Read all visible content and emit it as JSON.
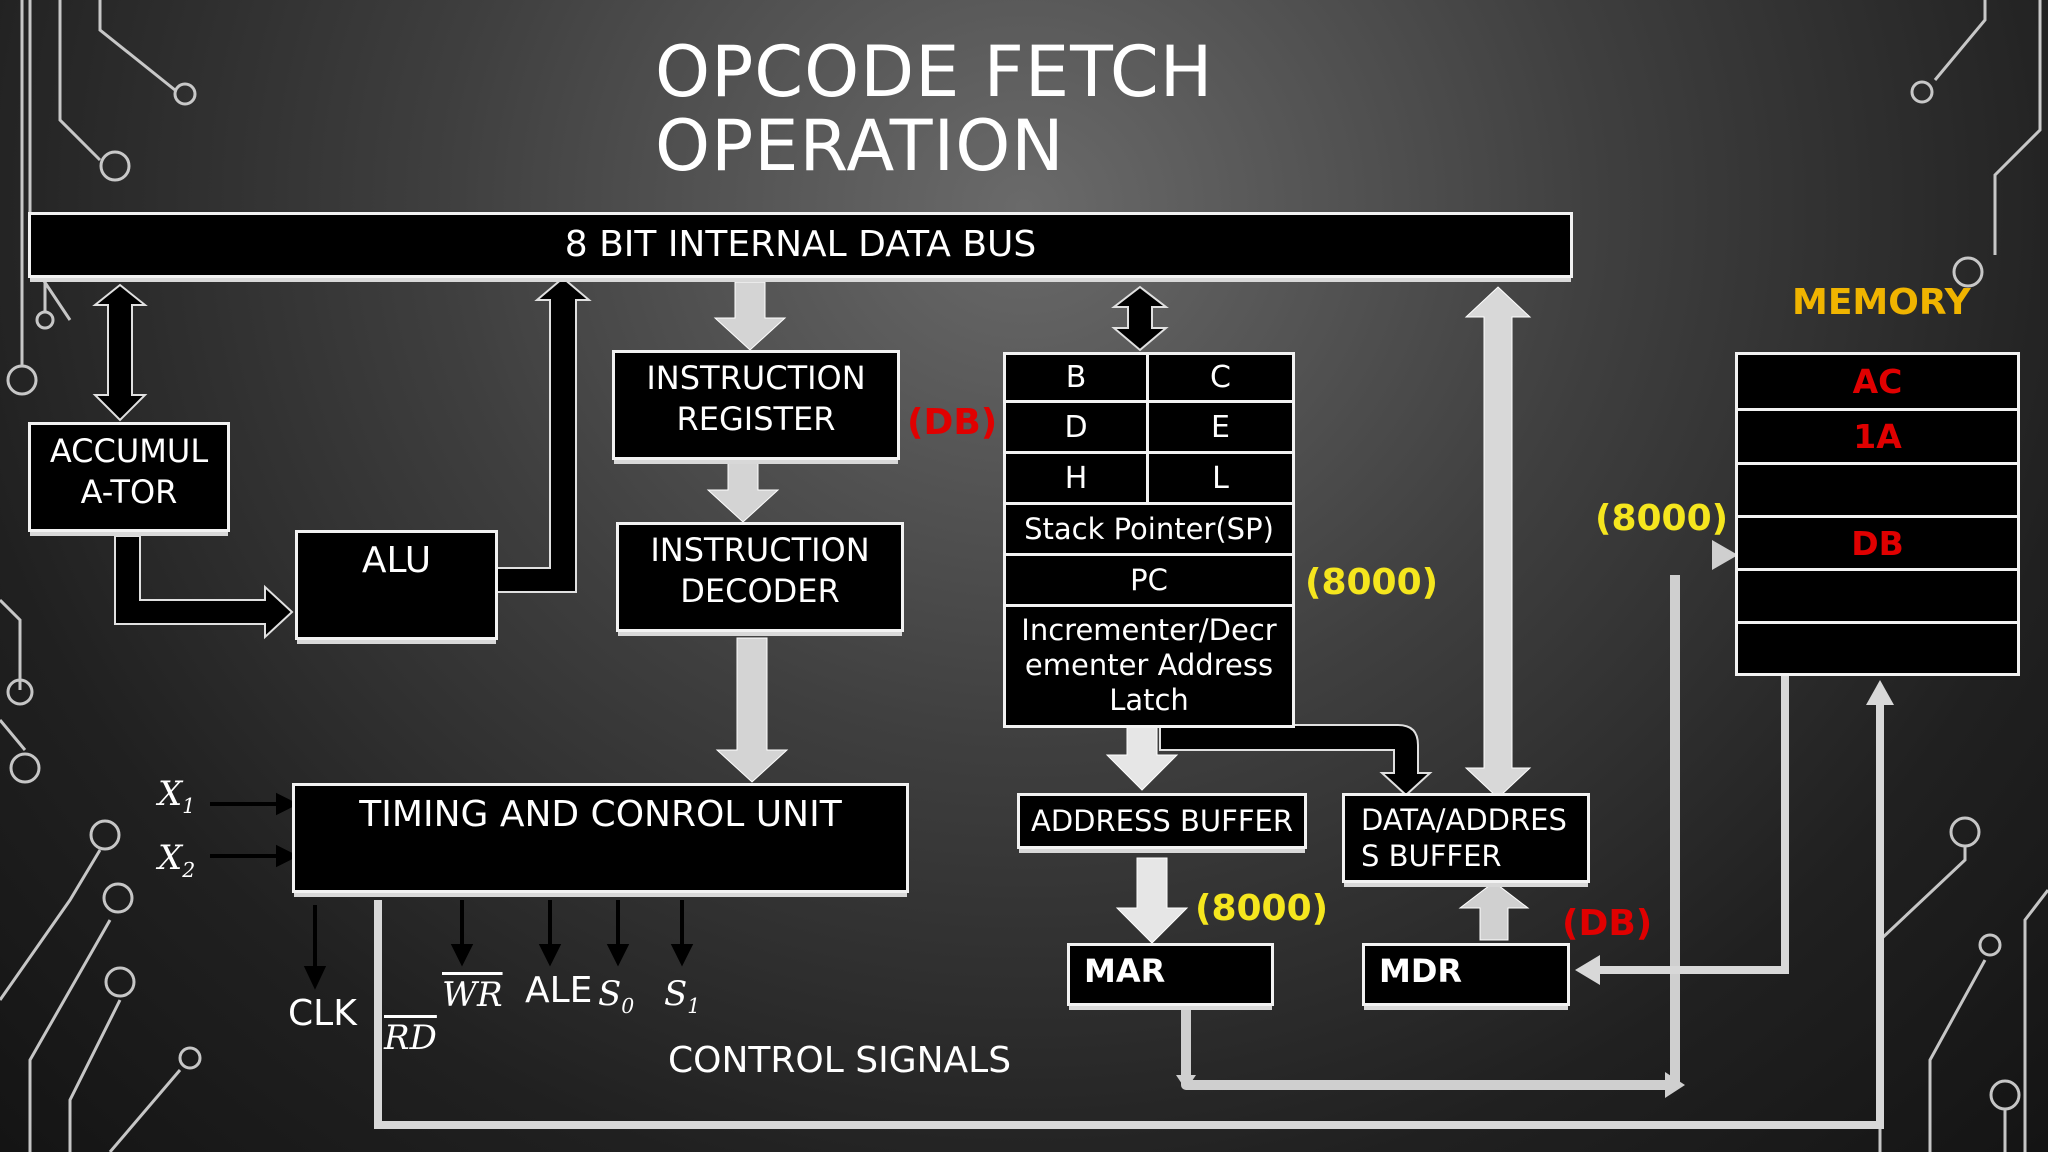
{
  "title": [
    "OPCODE FETCH",
    "OPERATION"
  ],
  "bus": "8 BIT INTERNAL DATA BUS",
  "accumulator": [
    "ACCUMUL",
    "A-TOR"
  ],
  "alu": "ALU",
  "instruction_register": [
    "INSTRUCTION",
    "REGISTER"
  ],
  "instruction_decoder": [
    "INSTRUCTION",
    "DECODER"
  ],
  "timing_control": "TIMING AND CONROL UNIT",
  "register_array": {
    "pairs": [
      [
        "B",
        "C"
      ],
      [
        "D",
        "E"
      ],
      [
        "H",
        "L"
      ]
    ],
    "stack_pointer": "Stack Pointer(SP)",
    "pc": "PC",
    "inc_dec": [
      "Incrementer/Decr",
      "ementer Address",
      "Latch"
    ]
  },
  "address_buffer": "ADDRESS BUFFER",
  "data_address_buffer": [
    "DATA/ADDRES",
    "S BUFFER"
  ],
  "mar": "MAR",
  "mdr": "MDR",
  "memory": {
    "label": "MEMORY",
    "cells": [
      "AC",
      "1A",
      "",
      "DB",
      "",
      ""
    ]
  },
  "annotations": {
    "db_ir": "(DB)",
    "pc_value": "(8000)",
    "mar_value": "(8000)",
    "memory_addr": "(8000)",
    "db_mdr": "(DB)"
  },
  "inputs": {
    "x1": {
      "base": "X",
      "sub": "1"
    },
    "x2": {
      "base": "X",
      "sub": "2"
    }
  },
  "signals": {
    "clk": "CLK",
    "rd": "RD",
    "wr": "WR",
    "ale": "ALE",
    "s0": {
      "base": "S",
      "sub": "0"
    },
    "s1": {
      "base": "S",
      "sub": "1"
    }
  },
  "control_signals": "CONTROL SIGNALS",
  "colors": {
    "value": "#f5e61e",
    "db": "#e00000",
    "memory_label": "#f0b400"
  }
}
